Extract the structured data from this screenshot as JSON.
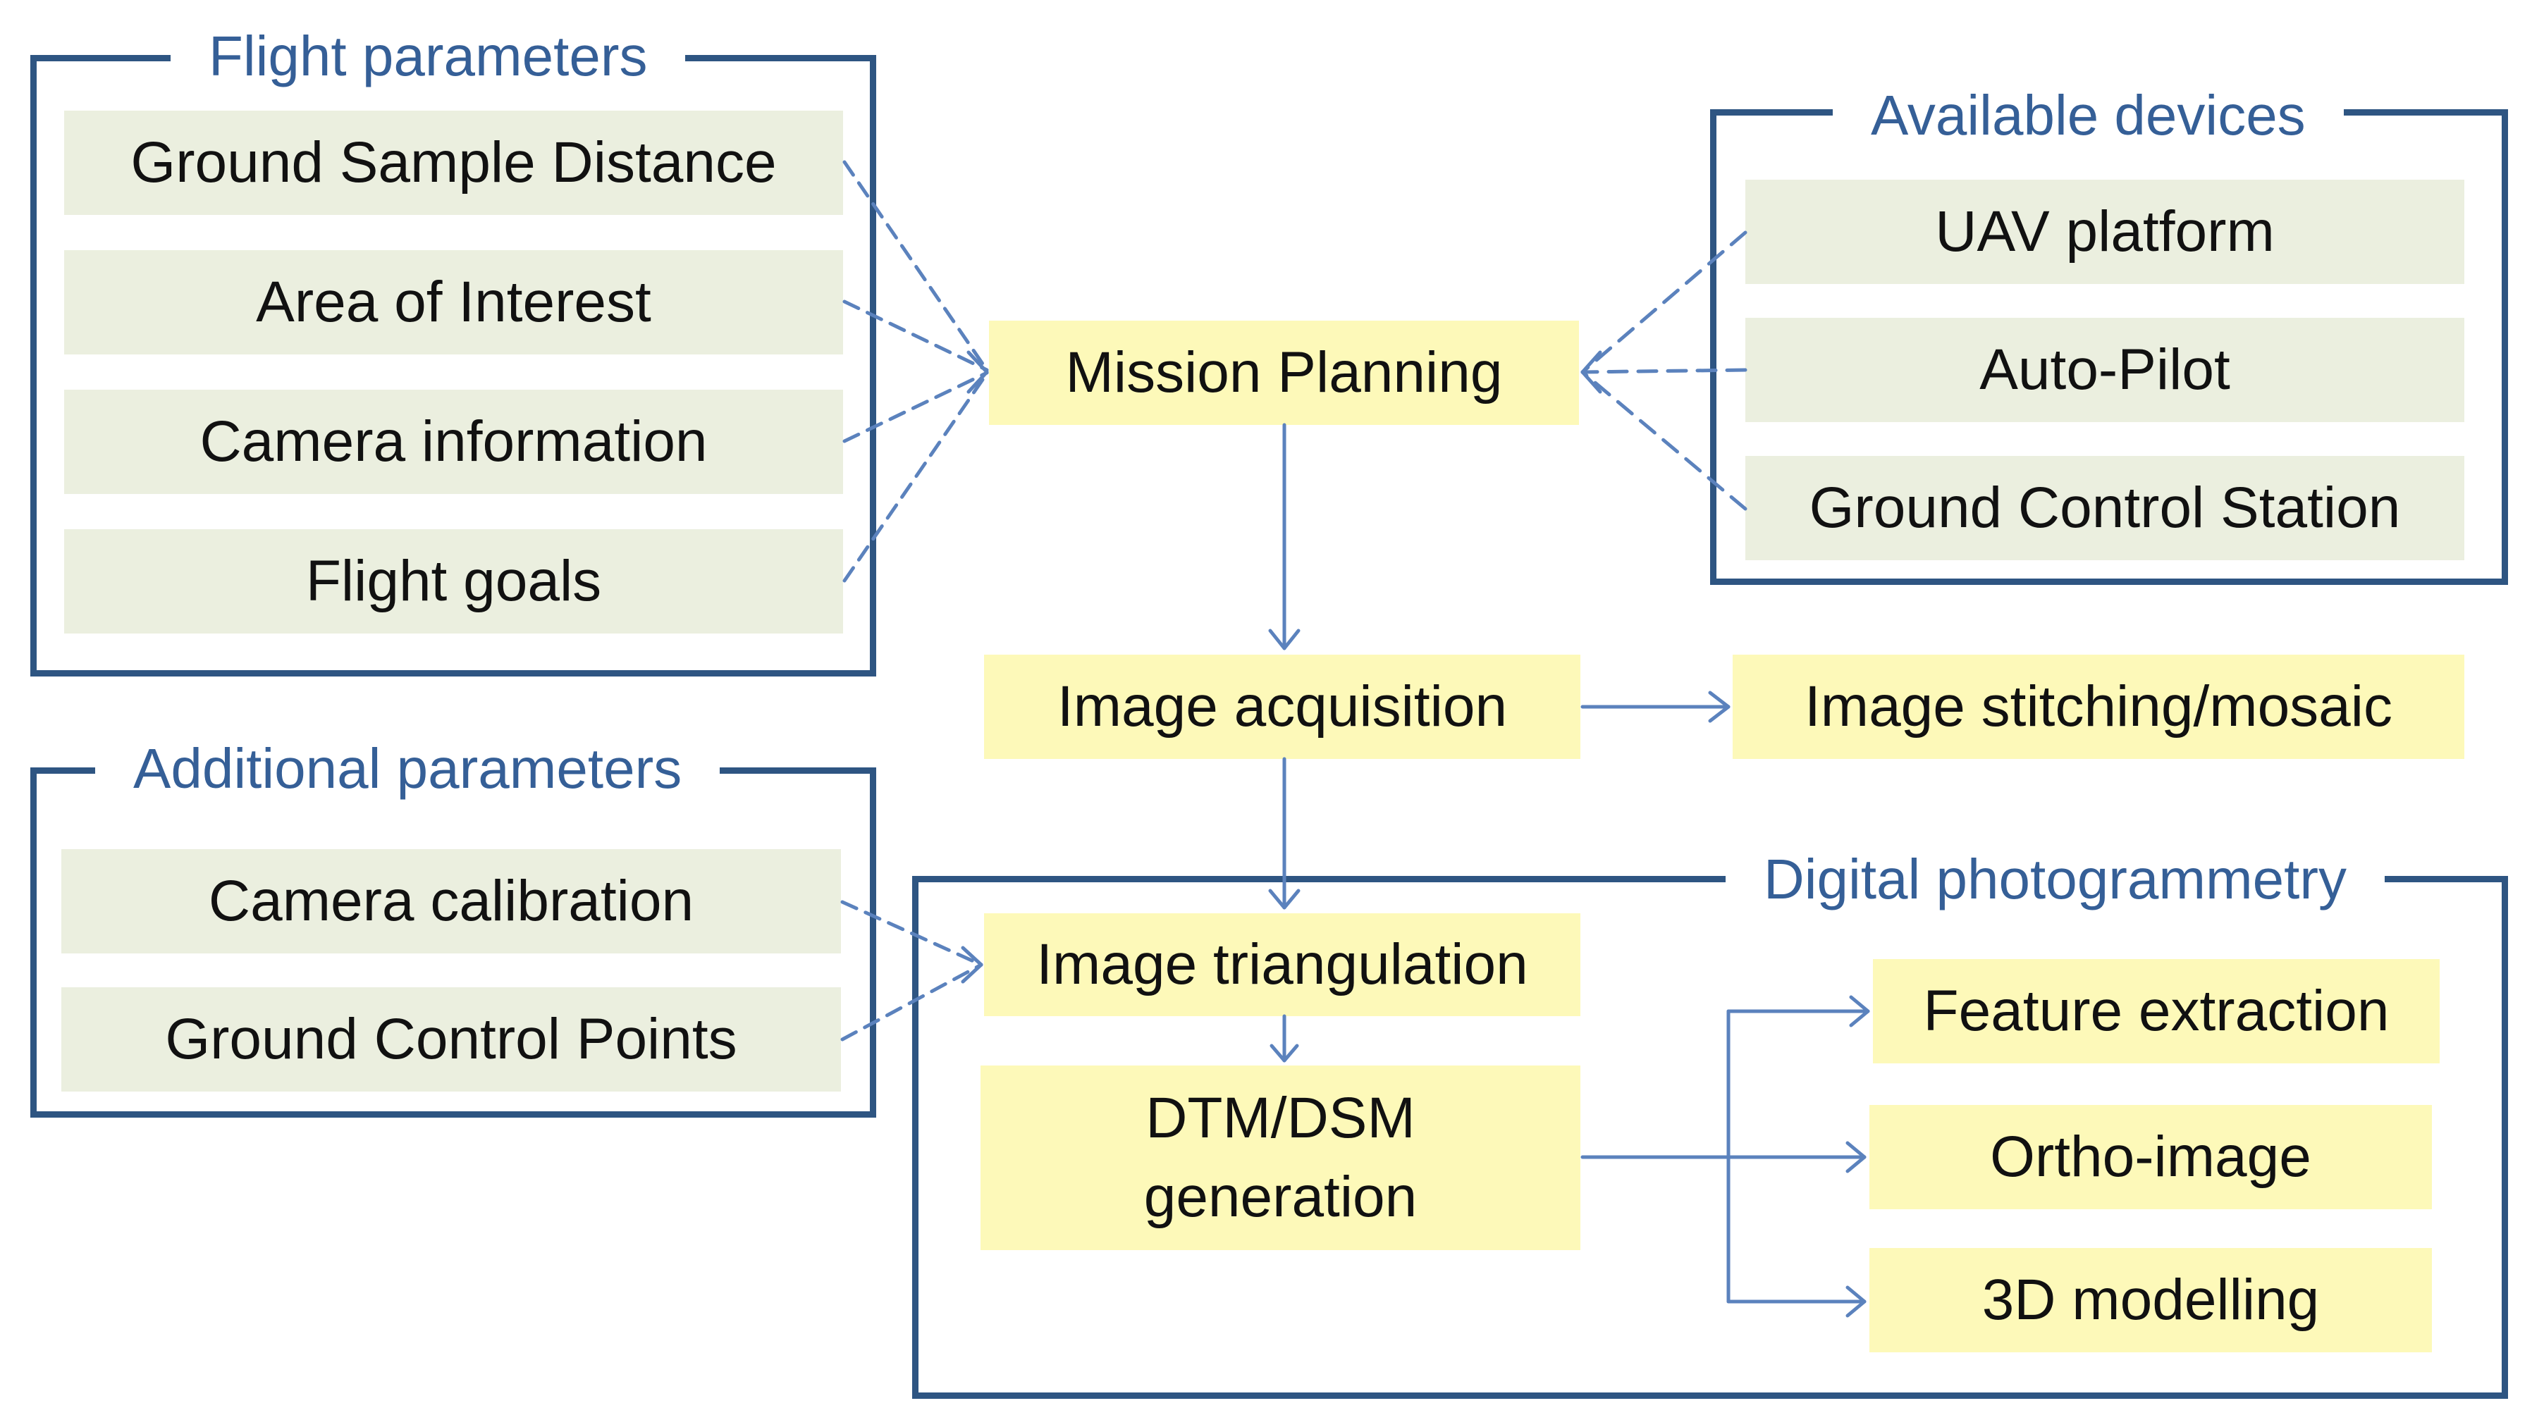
{
  "groups": {
    "flight_parameters": {
      "title": "Flight parameters",
      "items": [
        "Ground Sample Distance",
        "Area of Interest",
        "Camera information",
        "Flight goals"
      ]
    },
    "additional_parameters": {
      "title": "Additional  parameters",
      "items": [
        "Camera calibration",
        "Ground Control Points"
      ]
    },
    "available_devices": {
      "title": "Available devices",
      "items": [
        "UAV platform",
        "Auto-Pilot",
        "Ground Control Station"
      ]
    },
    "digital_photogrammetry": {
      "title": "Digital photogrammetry"
    }
  },
  "process": {
    "mission_planning": "Mission Planning",
    "image_acquisition": "Image acquisition",
    "image_stitching": "Image stitching/mosaic",
    "image_triangulation": "Image triangulation",
    "dtm_dsm_line1": "DTM/DSM",
    "dtm_dsm_line2": "generation",
    "feature_extraction": "Feature extraction",
    "ortho_image": "Ortho-image",
    "modelling_3d": "3D modelling"
  },
  "colors": {
    "frame": "#2e5582",
    "title_text": "#355f97",
    "input_box": "#ebefdf",
    "process_box": "#fdf9b9",
    "arrow": "#5b82bd"
  }
}
